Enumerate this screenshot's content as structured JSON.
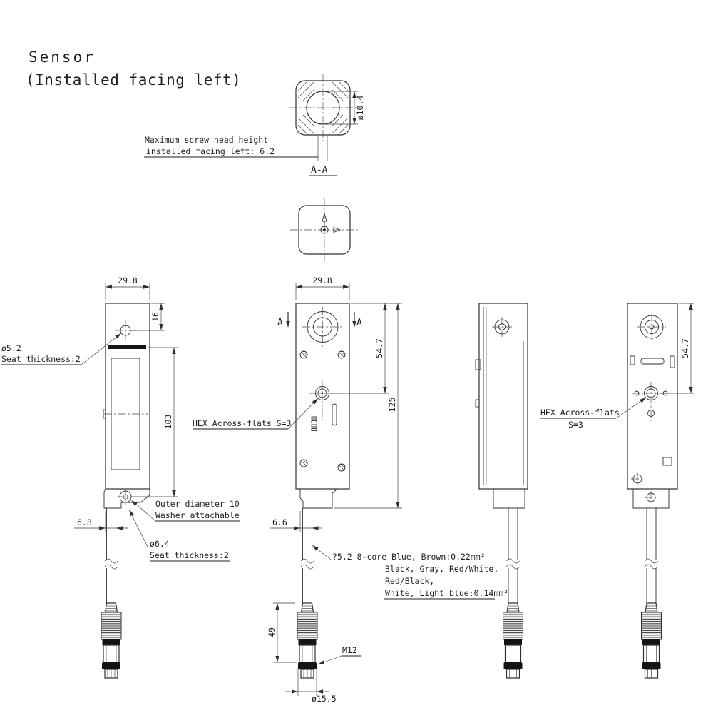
{
  "title": {
    "line1": "Sensor",
    "line2": "(Installed facing left)"
  },
  "section_aa": {
    "label": "A-A",
    "bore_dia": "ø10.4",
    "note_line1": "Maximum screw head height",
    "note_line2": "installed facing left: 6.2",
    "marker": "A"
  },
  "view_left": {
    "width": "29.8",
    "hole_offset": "16",
    "body_length": "103",
    "cable_offset": "6.8",
    "top_hole": {
      "line1": "ø5.2",
      "line2": "Seat thickness:2"
    },
    "washer": {
      "line1": "Outer diameter 10",
      "line2": "Washer attachable"
    },
    "bottom_hole": {
      "line1": "ø6.4",
      "line2": "Seat thickness:2"
    }
  },
  "view_front": {
    "width": "29.8",
    "hex_offset": "54.7",
    "length": "125",
    "cable_offset": "6.6",
    "hex_note": "HEX Across-flats S=3",
    "connector_length": "49",
    "thread": "M12",
    "connector_dia": "ø15.5",
    "cable_note": {
      "line1": "?5.2 8-core Blue, Brown:0.22mm²",
      "line2": "Black, Gray, Red/White,",
      "line3": "Red/Black,",
      "line4": "White, Light blue:0.14mm²"
    }
  },
  "view_rear": {
    "hex_offset": "54.7",
    "hex_note_line1": "HEX Across-flats",
    "hex_note_line2": "S=3"
  },
  "colors": {
    "line": "#2f2f2f",
    "text": "#1f1f1f",
    "background": "#ffffff"
  }
}
